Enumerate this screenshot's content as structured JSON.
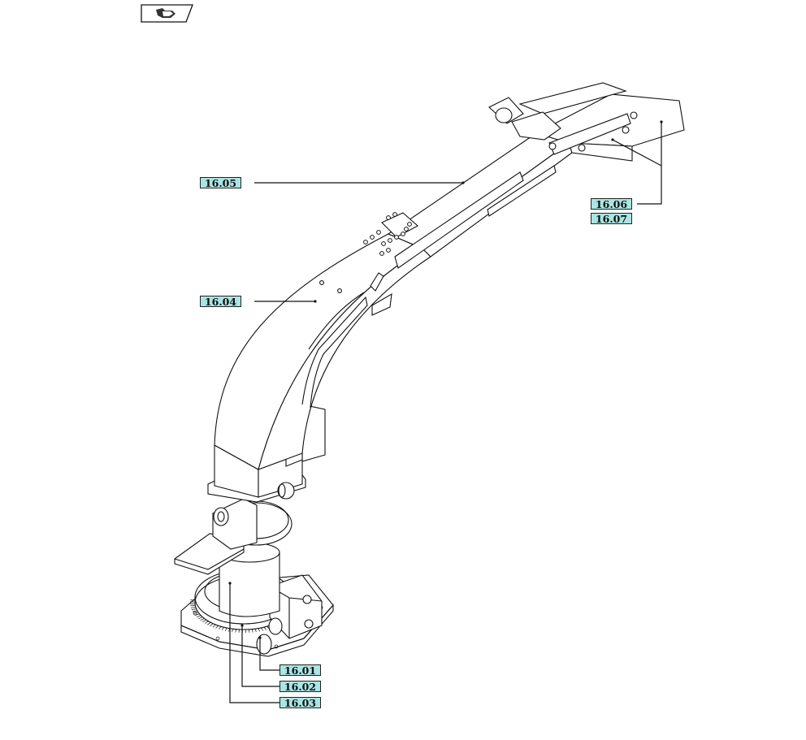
{
  "callouts": [
    {
      "id": "16.01",
      "label": "16.01"
    },
    {
      "id": "16.02",
      "label": "16.02"
    },
    {
      "id": "16.03",
      "label": "16.03"
    },
    {
      "id": "16.04",
      "label": "16.04"
    },
    {
      "id": "16.05",
      "label": "16.05"
    },
    {
      "id": "16.06",
      "label": "16.06"
    },
    {
      "id": "16.07",
      "label": "16.07"
    }
  ],
  "nav_icon": {
    "name": "back-to-index-icon"
  },
  "colors": {
    "callout_fill": "#a9e5e3",
    "line": "#111111"
  }
}
